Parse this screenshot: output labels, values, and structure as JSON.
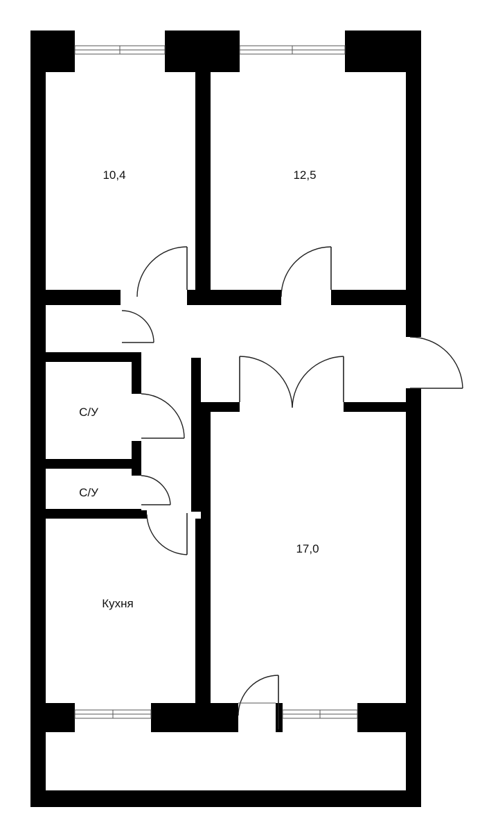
{
  "rooms": {
    "bedroom_left": {
      "area": "10,4"
    },
    "bedroom_right": {
      "area": "12,5"
    },
    "bathroom_1": {
      "label": "С/У"
    },
    "bathroom_2": {
      "label": "С/У"
    },
    "living_room": {
      "area": "17,0"
    },
    "kitchen": {
      "label": "Кухня"
    }
  },
  "colors": {
    "wall": "#000000",
    "background": "#ffffff",
    "door_line": "#222222"
  }
}
